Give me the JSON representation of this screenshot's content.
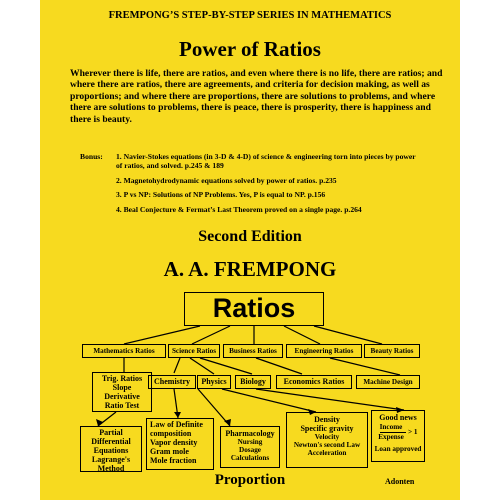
{
  "series_title": "FREMPONG’S STEP-BY-STEP SERIES IN MATHEMATICS",
  "title": "Power of Ratios",
  "blurb": "Wherever there is life, there are ratios, and even where there is no life, there are ratios; and where there are ratios, there are agreements, and criteria for decision making, as well as proportions; and where there are proportions, there are solutions to problems, and where there are solutions to problems, there is peace, there is prosperity, there is happiness and there is beauty.",
  "bonus": {
    "label": "Bonus:",
    "items": [
      "1. Navier-Stokes equations (in 3-D & 4-D) of science & engineering torn into pieces by power of ratios, and solved. p.245 & 189",
      "2. Magnetohydrodynamic equations solved by power of ratios. p.235",
      "3.  P vs NP: Solutions of NP Problems. Yes, P is equal to NP.  p.156",
      "4. Beal Conjecture & Fermat’s Last Theorem proved on a single page. p.264"
    ]
  },
  "edition": "Second Edition",
  "author": "A. A. FREMPONG",
  "diagram": {
    "root": "Ratios",
    "level1": [
      "Mathematics Ratios",
      "Science Ratios",
      "Business Ratios",
      "Engineering Ratios",
      "Beauty Ratios"
    ],
    "level2": {
      "trig": [
        "Trig. Ratios",
        "Slope",
        "Derivative",
        "Ratio Test"
      ],
      "chemistry": "Chemistry",
      "physics": "Physics",
      "biology": "Biology",
      "economics": "Economics Ratios",
      "machine": "Machine Design"
    },
    "level3": {
      "partial": [
        "Partial",
        "Differential",
        "Equations",
        "Lagrange's",
        "Method"
      ],
      "law": [
        "Law of Definite",
        "composition",
        "Vapor density",
        "Gram mole",
        "Mole fraction"
      ],
      "pharmacology": [
        "Pharmacology",
        "Nursing",
        "Dosage",
        "Calculations"
      ],
      "density": [
        "Density",
        "Specific gravity",
        "Velocity",
        "Newton's second Law",
        "Acceleration"
      ],
      "goodnews": {
        "title": "Good news",
        "income": "Income",
        "expense": "Expense",
        "gt": "> 1",
        "loan": "Loan approved"
      }
    }
  },
  "footer": "Proportion",
  "publisher": "Adonten"
}
